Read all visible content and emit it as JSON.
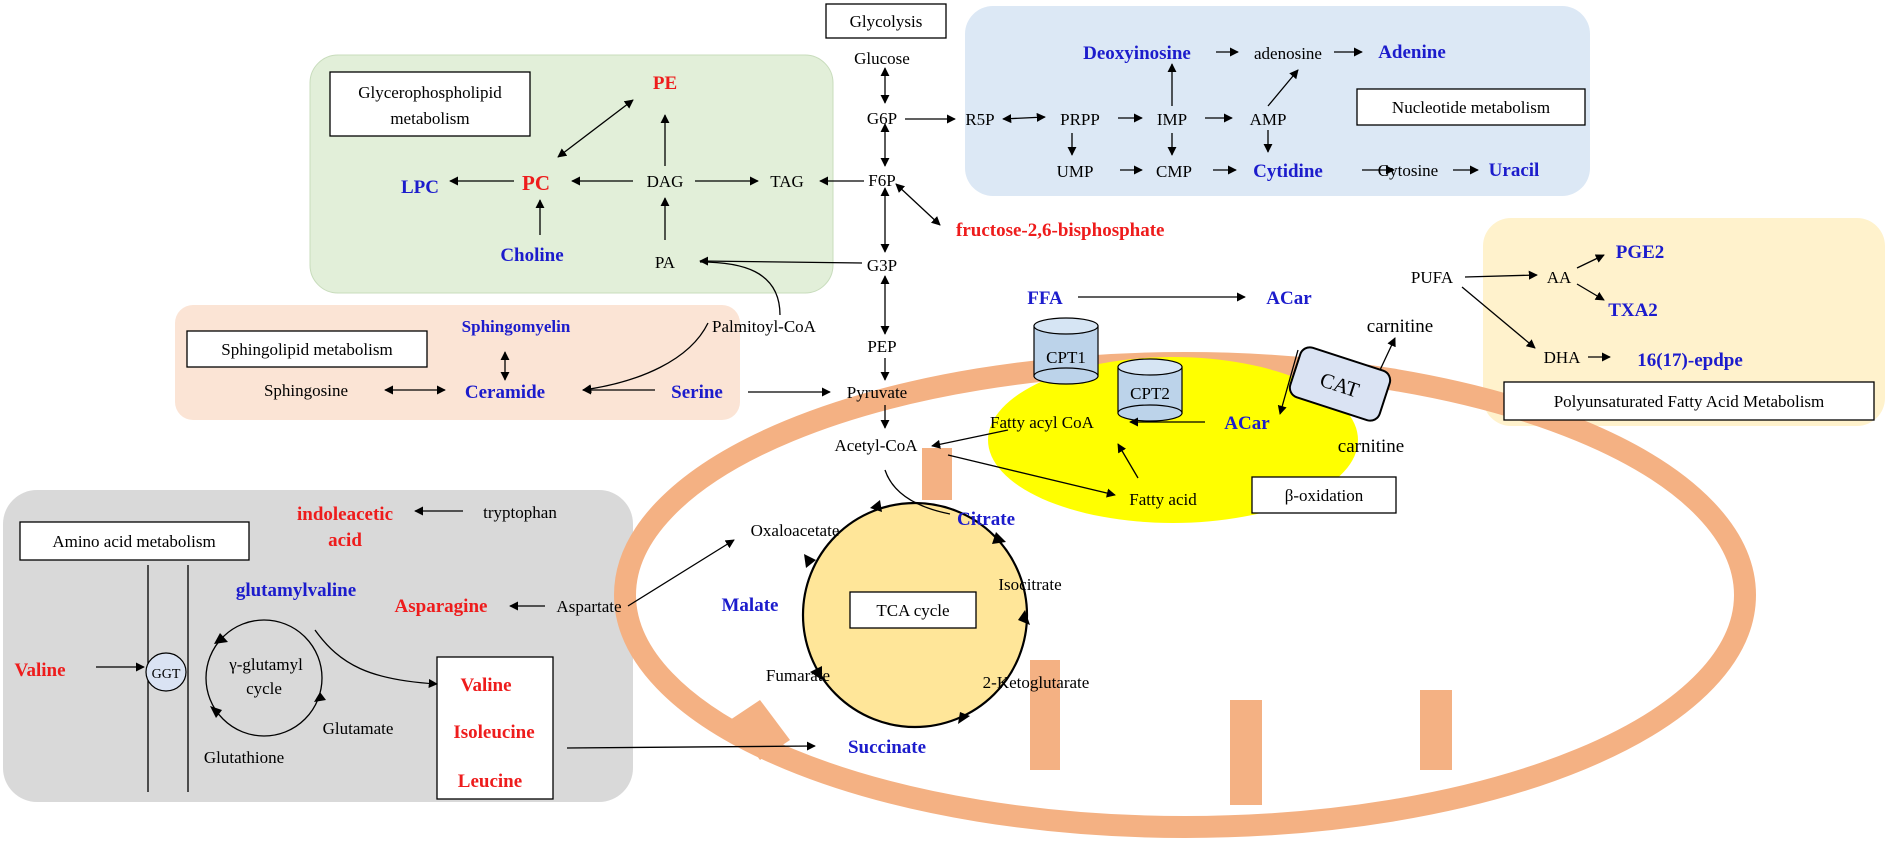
{
  "labels": {
    "glycolysis": "Glycolysis",
    "glycerophospholipid": "Glycerophospholipid",
    "glycerophospholipid2": "metabolism",
    "nucleotide": "Nucleotide metabolism",
    "sphingolipid": "Sphingolipid metabolism",
    "amino_acid": "Amino acid metabolism",
    "pufa_title": "Polyunsaturated Fatty Acid Metabolism",
    "beta_ox": "β-oxidation",
    "tca": "TCA cycle",
    "cpt1": "CPT1",
    "cpt2": "CPT2",
    "cat": "CAT",
    "ggt": "GGT"
  },
  "glycolysis": {
    "glucose": "Glucose",
    "g6p": "G6P",
    "f6p": "F6P",
    "g3p": "G3P",
    "pep": "PEP",
    "pyruvate": "Pyruvate",
    "acetyl_coa": "Acetyl-CoA",
    "f26bp": "fructose-2,6-bisphosphate"
  },
  "nucleotide": {
    "r5p": "R5P",
    "prpp": "PRPP",
    "imp": "IMP",
    "amp": "AMP",
    "ump": "UMP",
    "cmp": "CMP",
    "deoxyinosine": "Deoxyinosine",
    "adenosine": "adenosine",
    "adenine": "Adenine",
    "cytidine": "Cytidine",
    "cytosine": "Cytosine",
    "uracil": "Uracil"
  },
  "lipid": {
    "pe": "PE",
    "pc": "PC",
    "lpc": "LPC",
    "dag": "DAG",
    "tag": "TAG",
    "choline": "Choline",
    "pa": "PA",
    "palmitoyl": "Palmitoyl-CoA",
    "sphingomyelin": "Sphingomyelin",
    "sphingosine": "Sphingosine",
    "ceramide": "Ceramide",
    "serine": "Serine"
  },
  "fatty": {
    "ffa": "FFA",
    "acar1": "ACar",
    "acar2": "ACar",
    "carnitine1": "carnitine",
    "carnitine2": "carnitine",
    "fatty_acyl": "Fatty acyl CoA",
    "fatty_acid": "Fatty acid",
    "pufa": "PUFA",
    "aa": "AA",
    "pge2": "PGE2",
    "txa2": "TXA2",
    "dha": "DHA",
    "epdpe": "16(17)-epdpe"
  },
  "tca": {
    "oxaloacetate": "Oxaloacetate",
    "citrate": "Citrate",
    "isocitrate": "Isocitrate",
    "ketoglutarate": "2-Ketoglutarate",
    "succinate": "Succinate",
    "fumarate": "Fumarate",
    "malate": "Malate"
  },
  "amino": {
    "indoleacetic1": "indoleacetic",
    "indoleacetic2": "acid",
    "tryptophan": "tryptophan",
    "glutamylvaline": "glutamylvaline",
    "asparagine": "Asparagine",
    "aspartate": "Aspartate",
    "valine_left": "Valine",
    "gamma1": "γ-glutamyl",
    "gamma2": "cycle",
    "glutamate": "Glutamate",
    "glutathione": "Glutathione",
    "valine": "Valine",
    "isoleucine": "Isoleucine",
    "leucine": "Leucine"
  },
  "colors": {
    "red": "#ee1c1c",
    "blue": "#1c1ccc",
    "glycero_bg": "#e2efd9",
    "nucleotide_bg": "#dce8f5",
    "sphingo_bg": "#fbe4d5",
    "amino_bg": "#d9d9d9",
    "pufa_bg": "#fff2cc",
    "mito": "#f4b183",
    "beta_ox_bg": "#ffff00",
    "tca_bg": "#ffe699"
  }
}
